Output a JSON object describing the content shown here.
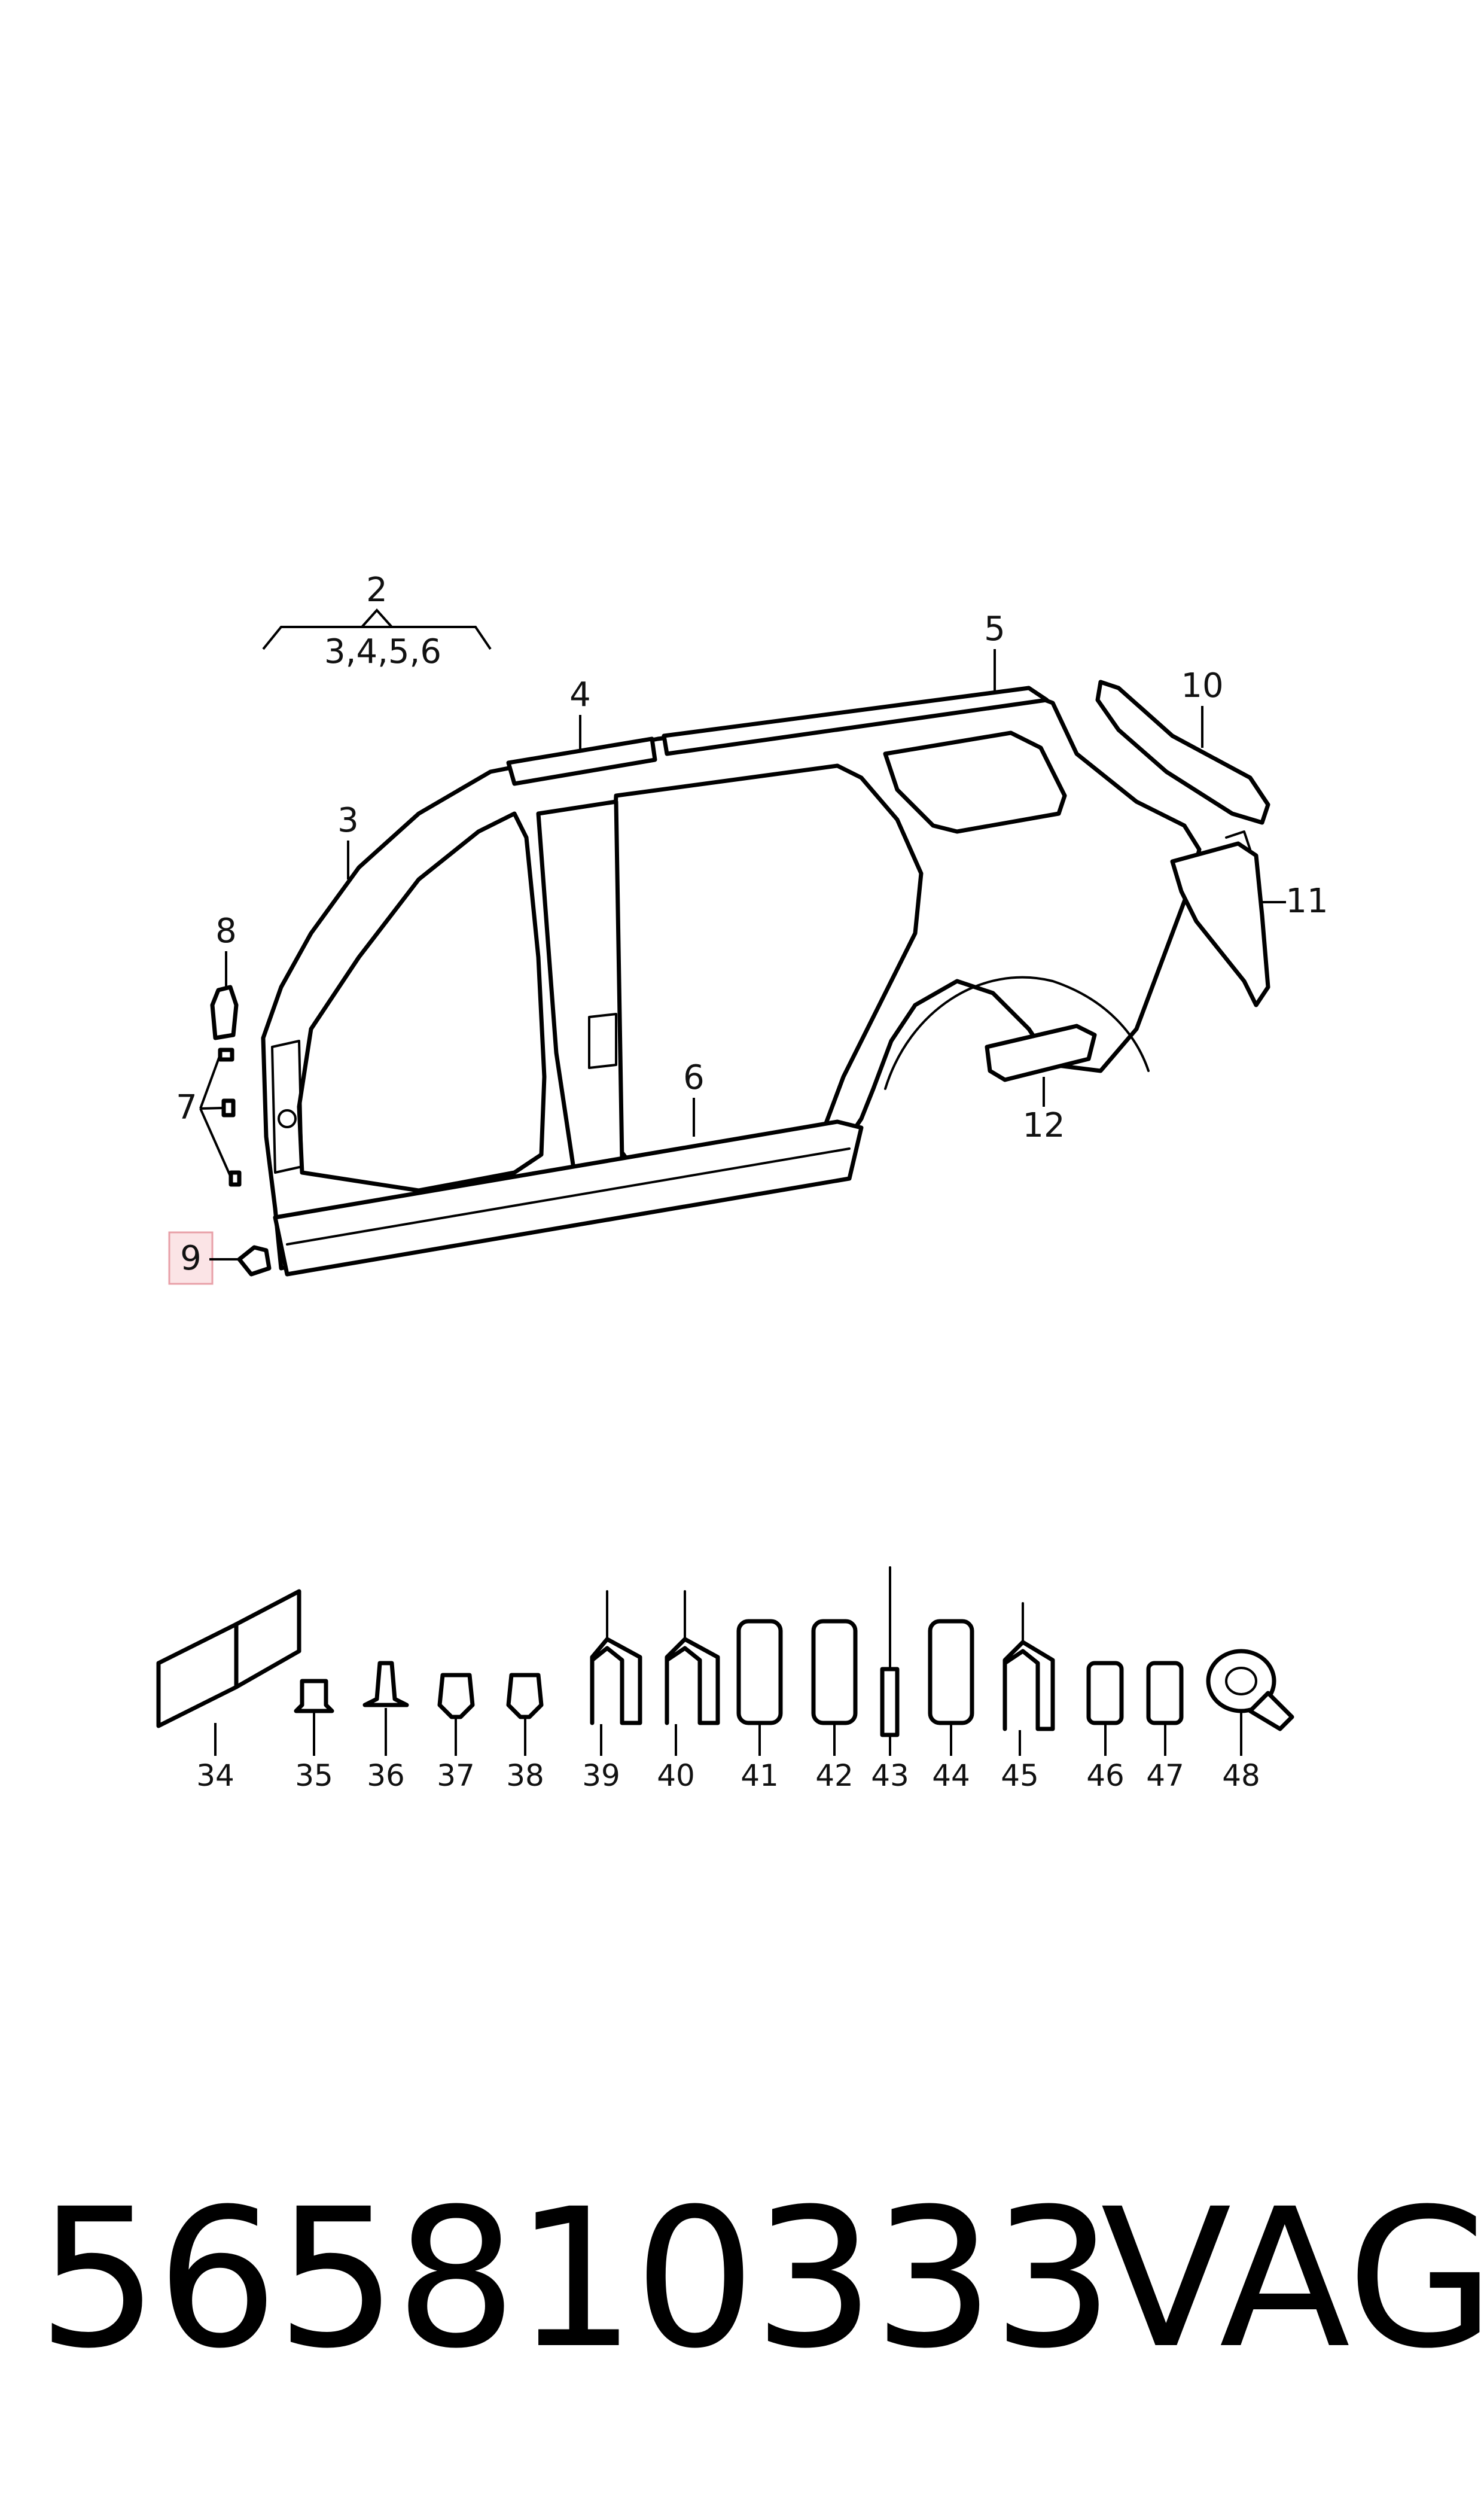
{
  "callouts": {
    "c2": "2",
    "c2_sub": "3,4,5,6",
    "c3": "3",
    "c4": "4",
    "c5": "5",
    "c6": "6",
    "c7": "7",
    "c8": "8",
    "c9": "9",
    "c10": "10",
    "c11": "11",
    "c12": "12"
  },
  "small_parts": [
    "34",
    "35",
    "36",
    "37",
    "38",
    "39",
    "40",
    "41",
    "42",
    "43",
    "44",
    "45",
    "46",
    "47",
    "48"
  ],
  "highlight_color": "#e8a0a8",
  "highlight_fill": "#fbe4e6",
  "part_number": "565810333",
  "brand": "VAG"
}
